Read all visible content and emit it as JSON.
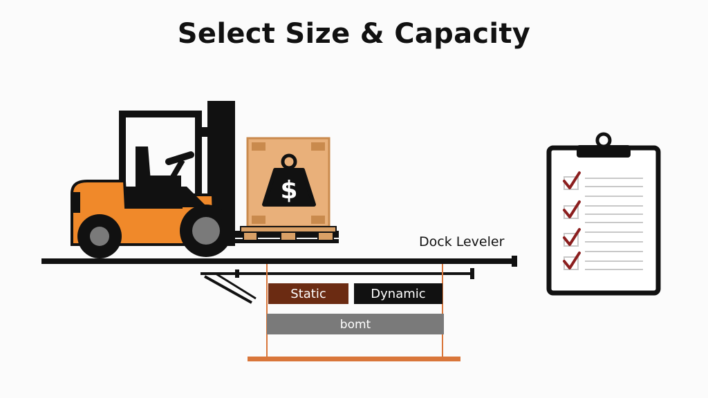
{
  "title": "Select Size & Capacity",
  "dock_label": "Dock Leveler",
  "load_labels": {
    "static": "Static",
    "dynamic": "Dynamic",
    "bottom": "bomt"
  },
  "weight_symbol": "$",
  "checklist": {
    "checked_count": 4
  },
  "colors": {
    "forklift_orange": "#f0892a",
    "crate": "#e9b07a",
    "static_bar": "#6b2b12",
    "dynamic_bar": "#111111",
    "bottom_bar": "#7a7a7a",
    "base_bar": "#d9763a",
    "check": "#8b1e1e"
  },
  "icons": [
    "forklift-icon",
    "crate-icon",
    "money-weight-icon",
    "clipboard-icon",
    "checkmark-icon"
  ]
}
